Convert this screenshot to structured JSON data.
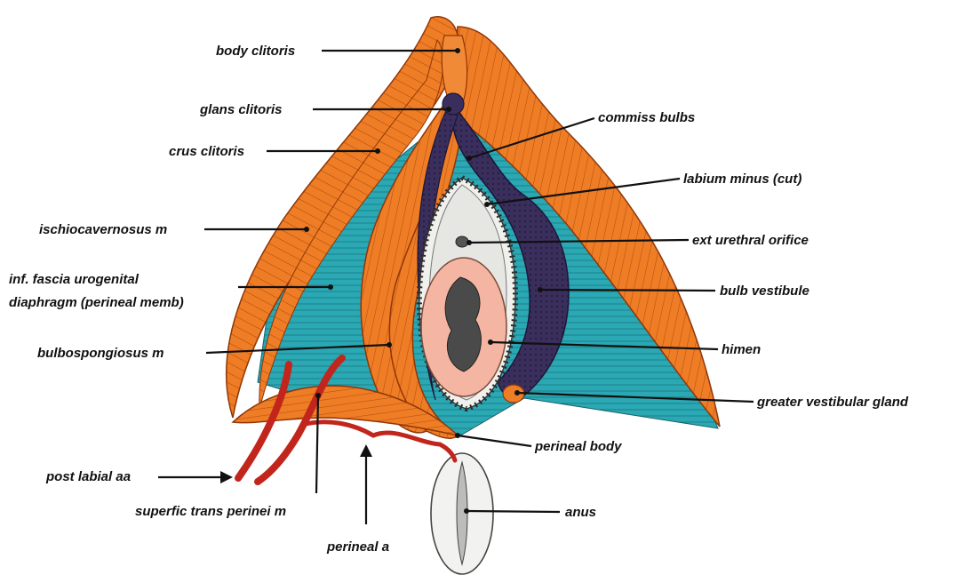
{
  "colors": {
    "muscle": "#ef7d25",
    "muscle_stroke": "#a2410b",
    "fascia": "#2aa8b4",
    "bulb": "#3a2e5c",
    "hymen": "#f4b6a2",
    "mucosa": "#e8e8e4",
    "artery": "#c2251c",
    "anus": "#f2f2f0"
  },
  "labels": {
    "body_clitoris": "body clitoris",
    "glans_clitoris": "glans clitoris",
    "crus_clitoris": "crus clitoris",
    "ischiocavernosus": "ischiocavernosus  m",
    "inf_fascia_line1": "inf. fascia urogenital",
    "inf_fascia_line2": "diaphragm (perineal memb)",
    "bulbospongiosus": "bulbospongiosus  m",
    "post_labial": "post labial aa",
    "superfic_trans": "superfic trans perinei m",
    "perineal_a": "perineal a",
    "commiss_bulbs": "commiss bulbs",
    "labium_minus": "labium minus (cut)",
    "ext_urethral": "ext urethral orifice",
    "bulb_vestibule": "bulb vestibule",
    "himen": "himen",
    "greater_vestibular": "greater vestibular gland",
    "perineal_body": "perineal body",
    "anus": "anus"
  }
}
